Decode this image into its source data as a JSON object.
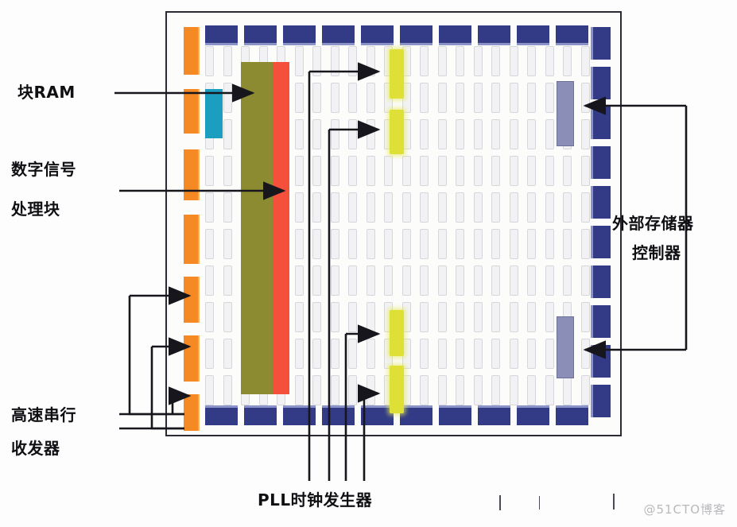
{
  "diagram": {
    "title_alt": "FPGA die block diagram",
    "labels": {
      "block_ram": "块RAM",
      "dsp_block_line1": "数字信号",
      "dsp_block_line2": "处理块",
      "serdes_line1": "高速串行",
      "serdes_line2": "收发器",
      "memctrl_line1": "外部存储器",
      "memctrl_line2": "控制器",
      "pll": "PLL时钟发生器"
    },
    "watermark": "@51CTO博客",
    "colors": {
      "die_border": "#2b2b33",
      "pad_blue": "#333b86",
      "pad_blue_edge": "#8a92c8",
      "serdes_orange": "#f58a25",
      "block_ram_teal": "#1b9ec0",
      "dsp_olive": "#8d8b32",
      "dsp_red": "#f5503c",
      "pll_yellow": "#dee038",
      "memctrl_gray": "#8b8fb8",
      "fabric_cell": "#f2f2f5",
      "leader_line": "#16161c"
    },
    "counts": {
      "pads_top": 10,
      "pads_bottom": 10,
      "pads_right": 10,
      "serdes_columns": 7,
      "pll_blocks": 4,
      "memory_controllers": 2,
      "pll_leader_ticks": 4,
      "fabric_rows": 10,
      "fabric_cols": 22
    }
  }
}
